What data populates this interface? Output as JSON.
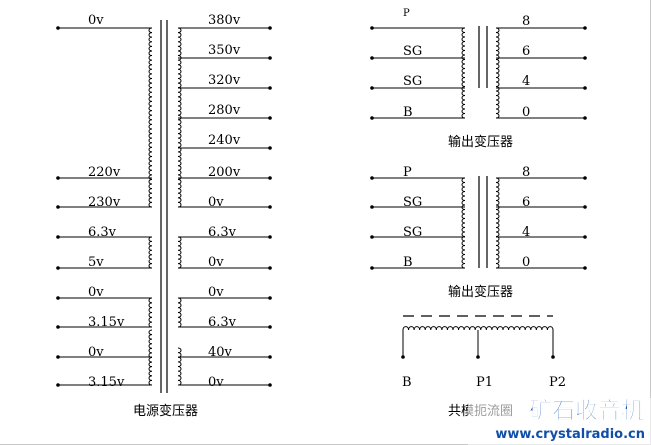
{
  "power_transformer": {
    "caption": "电源变压器",
    "primary_labels": [
      "0v",
      "220v",
      "230v",
      "6.3v",
      "5v",
      "0v",
      "3.15v",
      "0v",
      "3.15v"
    ],
    "secondary_labels": [
      "380v",
      "350v",
      "320v",
      "280v",
      "240v",
      "200v",
      "0v",
      "6.3v",
      "0v",
      "0v",
      "6.3v",
      "40v",
      "0v"
    ]
  },
  "output_transformer_1": {
    "caption": "输出变压器",
    "primary_labels": [
      "P",
      "SG",
      "SG",
      "B"
    ],
    "secondary_labels": [
      "8",
      "6",
      "4",
      "0"
    ]
  },
  "output_transformer_2": {
    "caption": "输出变压器",
    "primary_labels": [
      "P",
      "SG",
      "SG",
      "B"
    ],
    "secondary_labels": [
      "8",
      "6",
      "4",
      "0"
    ]
  },
  "choke": {
    "caption": "共模扼流圈",
    "labels": [
      "B",
      "P1",
      "P2"
    ]
  },
  "watermark": {
    "title": "矿石收音机",
    "url": "www.crystalradio.cn"
  }
}
